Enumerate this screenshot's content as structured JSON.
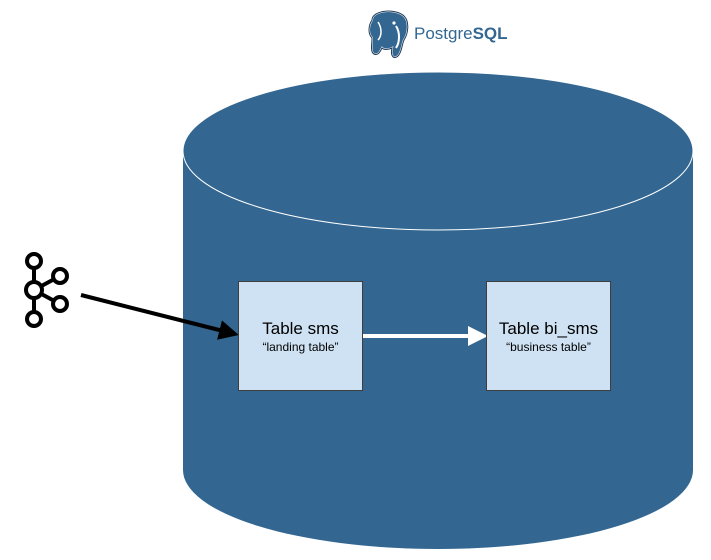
{
  "logo": {
    "icon": "postgresql-elephant-icon",
    "text_main": "Postgre",
    "text_bold": "SQL"
  },
  "source": {
    "icon": "kafka-icon"
  },
  "database": {
    "icon": "database-cylinder",
    "fill": "#336791",
    "outline": "#ffffff"
  },
  "tables": [
    {
      "title": "Table sms",
      "subtitle": "“landing table”"
    },
    {
      "title": "Table bi_sms",
      "subtitle": "“business table”"
    }
  ],
  "colors": {
    "box_fill": "#cfe2f3",
    "ingest_arrow": "#000000",
    "transform_arrow": "#ffffff"
  }
}
